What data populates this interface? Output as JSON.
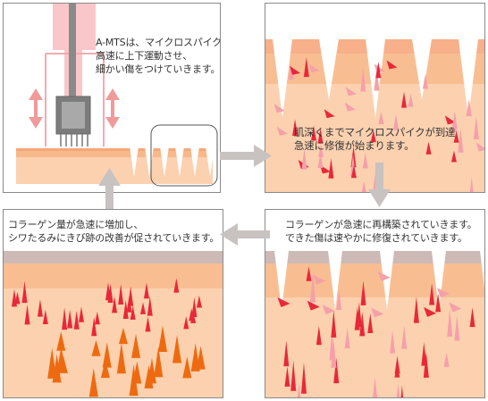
{
  "panels": [
    {
      "lines": [
        "A-MTSは、マイクロスパイクを",
        "高速に上下運動させ、",
        "細かい傷をつけていきます。"
      ]
    },
    {
      "lines": [
        "肌深くまでマイクロスパイクが到達",
        "急速に修復が始まります。"
      ]
    },
    {
      "lines": [
        "コラーゲンが急速に再構築されていきます。",
        "できた傷は速やかに修復されていきます。"
      ]
    },
    {
      "lines": [
        "コラーゲン量が急速に増加し、",
        "シワたるみにきび跡の改善が促されていきます。"
      ]
    }
  ],
  "colors": {
    "skin": "#fbd1b0",
    "skin_mid": "#f8b888",
    "skin_top": "#f4a878",
    "spike_red": "#e8283a",
    "spike_pink": "#f5a0a8",
    "spike_orange": "#ee6a10",
    "device_pink": "#f9c6c9",
    "arrow_gray": "#c8c2c0"
  }
}
